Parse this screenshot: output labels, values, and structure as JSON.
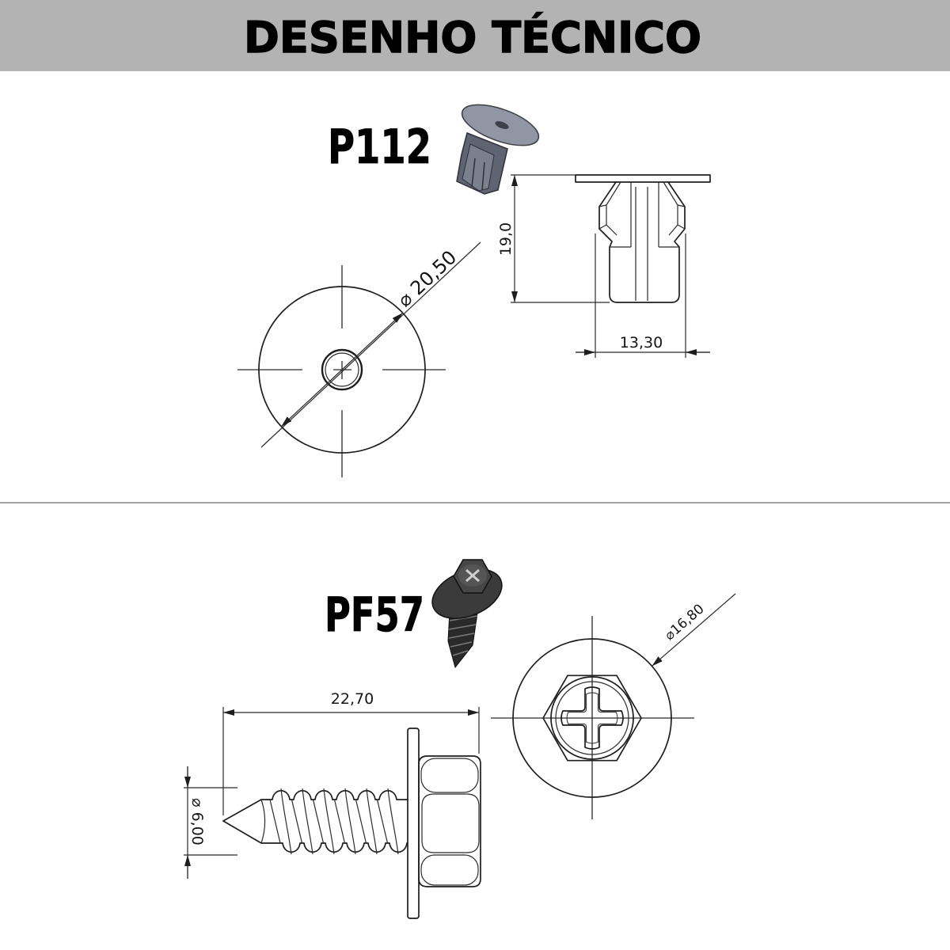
{
  "header": {
    "title": "DESENHO TÉCNICO"
  },
  "colors": {
    "header_background": "#b3b3b3",
    "divider": "#a3a3a3",
    "line": "#1e1e1e",
    "text": "#000000"
  },
  "parts": [
    {
      "code": "P112",
      "icon": "plastic-push-rivet-icon",
      "front_view": {
        "diameter_label": "⌀ 20,50"
      },
      "side_view": {
        "height_label": "19,0",
        "width_label": "13,30"
      }
    },
    {
      "code": "PF57",
      "icon": "hex-flange-screw-icon",
      "top_view": {
        "diameter_label": "⌀16,80"
      },
      "side_view": {
        "length_label": "22,70",
        "diameter_label": "⌀ 6,00"
      }
    }
  ]
}
